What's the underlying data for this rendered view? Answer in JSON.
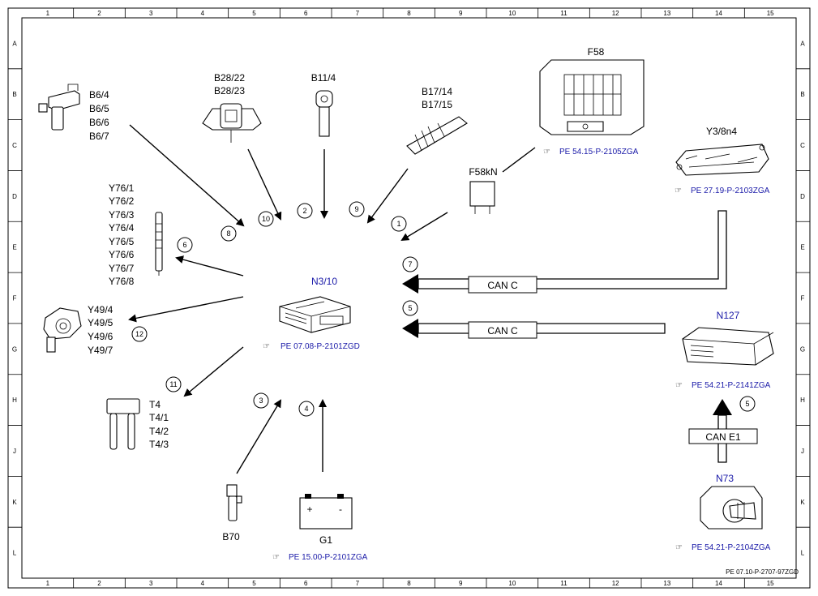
{
  "frame": {
    "columns": [
      "1",
      "2",
      "3",
      "4",
      "5",
      "6",
      "7",
      "8",
      "9",
      "10",
      "11",
      "12",
      "13",
      "14",
      "15"
    ],
    "rows": [
      "A",
      "B",
      "C",
      "D",
      "E",
      "F",
      "G",
      "H",
      "J",
      "K",
      "L"
    ],
    "footer_code": "PE 07.10-P-2707-97ZGD"
  },
  "central": {
    "label": "N3/10",
    "ref": "PE 07.08-P-2101ZGD"
  },
  "components": {
    "b6": [
      "B6/4",
      "B6/5",
      "B6/6",
      "B6/7"
    ],
    "b28": [
      "B28/22",
      "B28/23"
    ],
    "b11": "B11/4",
    "b17": [
      "B17/14",
      "B17/15"
    ],
    "f58": {
      "label": "F58",
      "ref": "PE 54.15-P-2105ZGA"
    },
    "y3": {
      "label": "Y3/8n4",
      "ref": "PE 27.19-P-2103ZGA"
    },
    "f58kn": "F58kN",
    "y76": [
      "Y76/1",
      "Y76/2",
      "Y76/3",
      "Y76/4",
      "Y76/5",
      "Y76/6",
      "Y76/7",
      "Y76/8"
    ],
    "y49": [
      "Y49/4",
      "Y49/5",
      "Y49/6",
      "Y49/7"
    ],
    "t4": [
      "T4",
      "T4/1",
      "T4/2",
      "T4/3"
    ],
    "b70": "B70",
    "g1": {
      "label": "G1",
      "ref": "PE 15.00-P-2101ZGA",
      "plus": "+",
      "minus": "-"
    },
    "n127": {
      "label": "N127",
      "ref": "PE 54.21-P-2141ZGA"
    },
    "n73": {
      "label": "N73",
      "ref": "PE 54.21-P-2104ZGA"
    }
  },
  "buses": {
    "can_c_top": "CAN C",
    "can_c_bottom": "CAN C",
    "can_e1": "CAN E1"
  },
  "signal_numbers": {
    "s1": "1",
    "s2": "2",
    "s3": "3",
    "s4": "4",
    "s5a": "5",
    "s5b": "5",
    "s6": "6",
    "s7": "7",
    "s8": "8",
    "s9": "9",
    "s10": "10",
    "s11": "11",
    "s12": "12"
  }
}
